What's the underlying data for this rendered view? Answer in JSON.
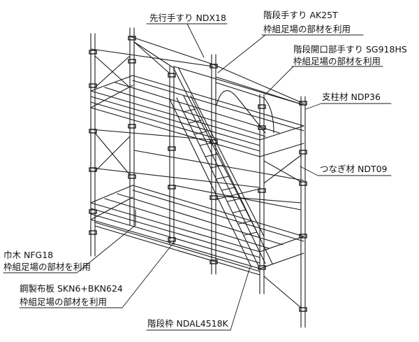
{
  "labels": {
    "handrail_ndx18": "先行手すり NDX18",
    "stair_handrail_code": "階段手すり AK25T",
    "stair_handrail_note": "枠組足場の部材を利用",
    "opening_handrail_code": "階段開口部手すり SG918HS",
    "opening_handrail_note": "枠組足場の部材を利用",
    "post": "支柱材  NDP36",
    "tie": "つなぎ材 NDT09",
    "toeboard_code": "巾木 NFG18",
    "toeboard_note": "枠組足場の部材を利用",
    "deck_code": "鋼製布板 SKN6+BKN624",
    "deck_note": "枠組足場の部材を利用",
    "stair_frame": "階段枠 NDAL4518K"
  }
}
